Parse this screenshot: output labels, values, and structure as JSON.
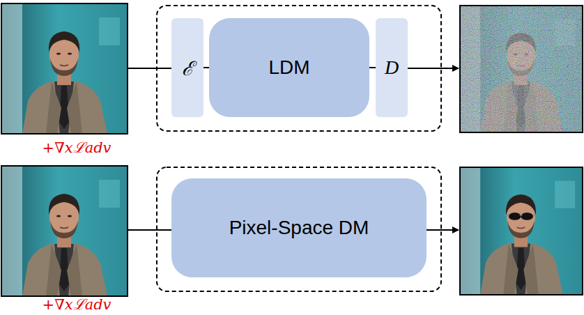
{
  "diagram": {
    "nodes": [
      {
        "text": [
          "ℰ"
        ]
      },
      {
        "text": [
          "LDM"
        ]
      },
      {
        "text": [
          "D"
        ]
      },
      {
        "text": [
          "Pixel-Space DM"
        ]
      }
    ],
    "edges": [
      {
        "from": 0,
        "to": 1,
        "arrow": "none"
      },
      {
        "from": 1,
        "to": 2,
        "arrow": "none"
      }
    ],
    "labels": [
      "+∇xℒadv",
      "+∇xℒadv"
    ]
  }
}
